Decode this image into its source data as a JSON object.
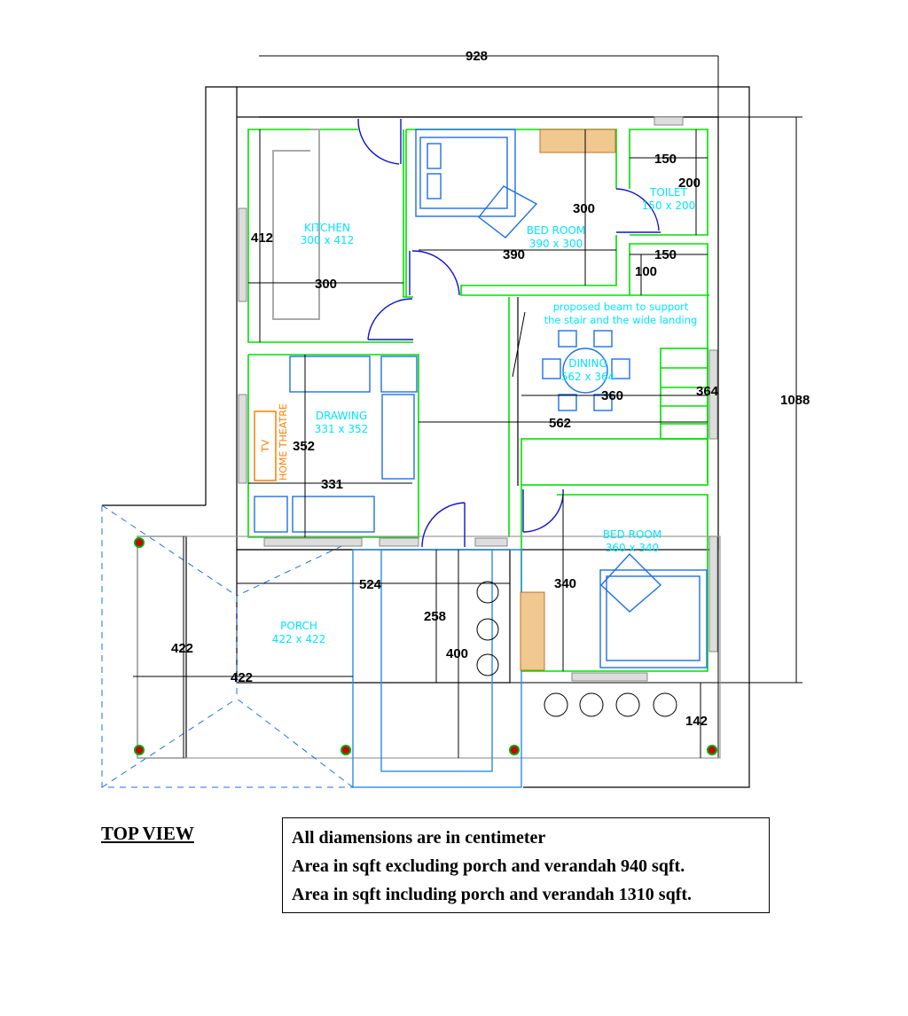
{
  "title": "TOP VIEW",
  "notes": [
    "All diamensions are in centimeter",
    "Area in sqft excluding porch and verandah 940 sqft.",
    "Area in sqft including porch and verandah 1310 sqft."
  ],
  "rooms": {
    "kitchen": {
      "name": "KITCHEN",
      "size": "300 x 412"
    },
    "bedroom1": {
      "name": "BED ROOM",
      "size": "390 x 300"
    },
    "toilet": {
      "name": "TOILET",
      "size": "150 x 200"
    },
    "dining": {
      "name": "DINING",
      "size": "562 x 364"
    },
    "drawing": {
      "name": "DRAWING",
      "size": "331 x 352"
    },
    "bedroom2": {
      "name": "BED ROOM",
      "size": "360 x 340"
    },
    "porch": {
      "name": "PORCH",
      "size": "422 x 422"
    }
  },
  "beam_note": [
    "proposed beam to support",
    "the stair and the wide landing"
  ],
  "tv_label": "TV",
  "home_theatre_label": "HOME THEATRE",
  "dimensions": {
    "overall_width": "928",
    "overall_depth": "1088",
    "kitchen_w": "300",
    "kitchen_d": "412",
    "bed1_w": "390",
    "bed1_d": "300",
    "toilet_w": "150",
    "toilet_d": "200",
    "store_w": "150",
    "store_d": "100",
    "dining_w": "360",
    "dining_d": "364",
    "hall_w": "562",
    "drawing_w": "331",
    "drawing_d": "352",
    "sitout_w": "524",
    "sitout_d1": "258",
    "sitout_d2": "400",
    "bed2_d": "340",
    "porch_w": "422",
    "porch_d": "422",
    "verandah_d": "142"
  },
  "colors": {
    "walls": "#00e000",
    "furniture": "#1e6fe8",
    "labels": "#00e5ff",
    "doors": "#1010d0",
    "tv": "#ff7f00"
  }
}
